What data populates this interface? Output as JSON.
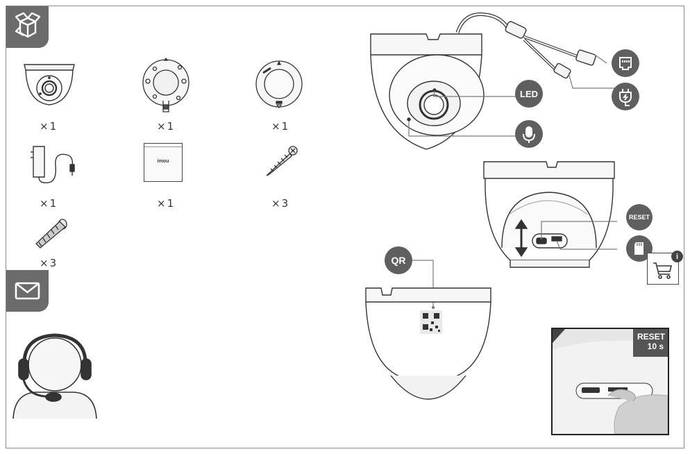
{
  "package_contents": {
    "items": [
      {
        "name": "dome-camera",
        "qty": "×1"
      },
      {
        "name": "mounting-plate",
        "qty": "×1"
      },
      {
        "name": "positioning-sticker",
        "qty": "×1"
      },
      {
        "name": "power-adapter",
        "qty": "×1"
      },
      {
        "name": "quick-start-guide",
        "qty": "×1"
      },
      {
        "name": "screw",
        "qty": "×3"
      },
      {
        "name": "expansion-bolt",
        "qty": "×3"
      }
    ],
    "guide_brand": "imou"
  },
  "callouts": {
    "led": "LED",
    "qr": "QR",
    "reset": "RESET",
    "reset_panel_line1": "RESET",
    "reset_panel_line2": "10 s"
  },
  "icons": {
    "package": "open-box-icon",
    "contact": "envelope-icon",
    "support": "headset-support-icon",
    "network": "ethernet-port-icon",
    "power": "power-plug-icon",
    "microphone": "microphone-icon",
    "sd_card": "sd-card-icon",
    "cart": "shopping-cart-icon",
    "info": "info-icon"
  },
  "colors": {
    "badge": "#5f5f5f",
    "tab": "#6b6b6b",
    "line": "#7a7a7a"
  }
}
